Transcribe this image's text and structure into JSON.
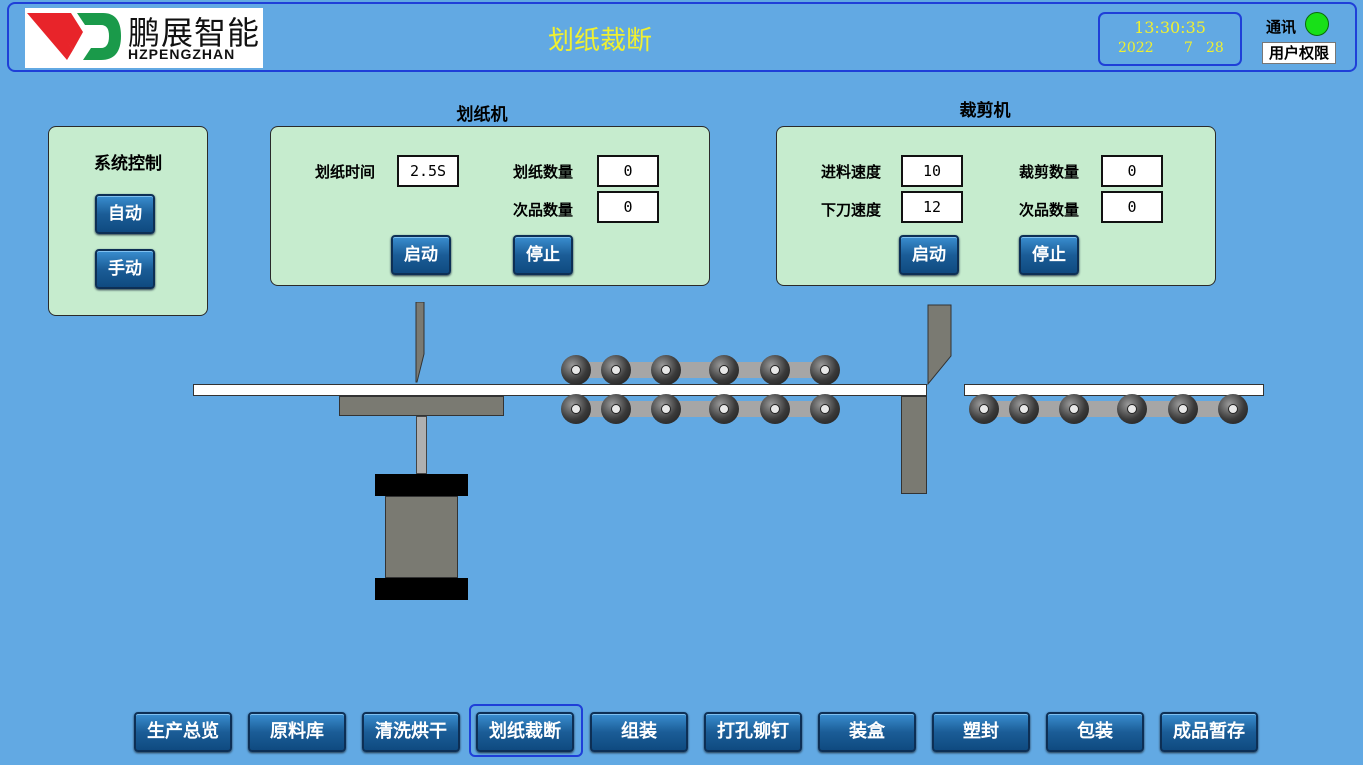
{
  "header": {
    "brand_cn": "鹏展智能",
    "brand_en": "HZPENGZHAN",
    "title": "划纸裁断",
    "time": "13:30:35",
    "year": "2022",
    "month": "7",
    "day": "28",
    "comm_label": "通讯",
    "comm_status_color": "#18e018",
    "user_button": "用户权限"
  },
  "system_control": {
    "title": "系统控制",
    "auto_button": "自动",
    "manual_button": "手动"
  },
  "scoring_machine": {
    "title": "划纸机",
    "time_label": "划纸时间",
    "time_value": "2.5S",
    "count_label": "划纸数量",
    "count_value": "0",
    "defect_label": "次品数量",
    "defect_value": "0",
    "start_button": "启动",
    "stop_button": "停止"
  },
  "cutting_machine": {
    "title": "裁剪机",
    "feed_speed_label": "进料速度",
    "feed_speed_value": "10",
    "blade_speed_label": "下刀速度",
    "blade_speed_value": "12",
    "cut_count_label": "裁剪数量",
    "cut_count_value": "0",
    "defect_label": "次品数量",
    "defect_value": "0",
    "start_button": "启动",
    "stop_button": "停止"
  },
  "nav": [
    {
      "label": "生产总览"
    },
    {
      "label": "原料库"
    },
    {
      "label": "清洗烘干"
    },
    {
      "label": "划纸裁断",
      "active": true
    },
    {
      "label": "组装"
    },
    {
      "label": "打孔铆钉"
    },
    {
      "label": "装盒"
    },
    {
      "label": "塑封"
    },
    {
      "label": "包装"
    },
    {
      "label": "成品暂存"
    }
  ],
  "colors": {
    "background": "#62a9e3",
    "accent_text": "#f0f030",
    "panel": "#c6ecce",
    "button": "#1b5d97",
    "frame": "#1f3fd8"
  }
}
